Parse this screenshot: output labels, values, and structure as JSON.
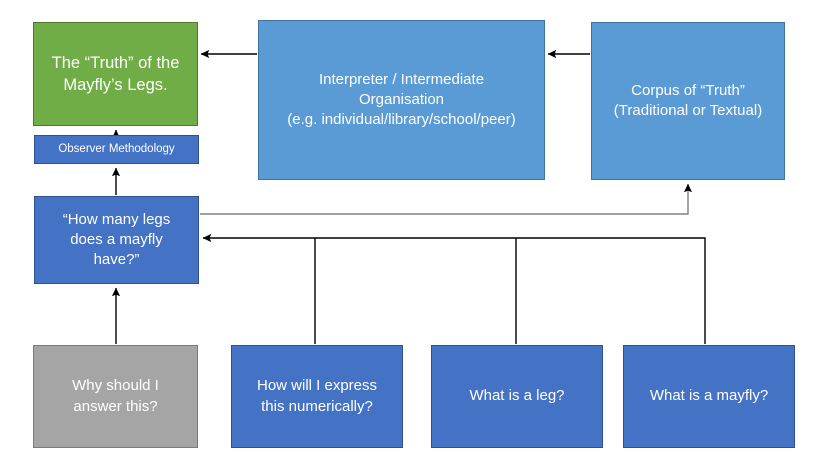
{
  "diagram": {
    "title": "The “Truth” of the Mayfly’s Legs — information flow diagram",
    "colors": {
      "green": "#70AD47",
      "light_blue": "#5B9BD5",
      "dark_blue": "#4472C4",
      "gray": "#A5A5A5",
      "arrow_black": "#000000",
      "arrow_gray": "#808080",
      "background": "#FFFFFF",
      "text": "#FFFFFF"
    },
    "nodes": {
      "truth": {
        "label": "The “Truth” of the\nMayfly’s Legs.",
        "fill": "green"
      },
      "interpreter": {
        "label": "Interpreter / Intermediate\nOrganisation\n(e.g. individual/library/school/peer)",
        "fill": "light_blue"
      },
      "corpus": {
        "label": "Corpus of “Truth”\n(Traditional or Textual)",
        "fill": "light_blue"
      },
      "observer": {
        "label": "Observer Methodology",
        "fill": "dark_blue"
      },
      "question": {
        "label": "“How many legs\ndoes a mayfly\nhave?”",
        "fill": "dark_blue"
      },
      "why": {
        "label": "Why should I\nanswer this?",
        "fill": "gray"
      },
      "numerically": {
        "label": "How will I express\nthis numerically?",
        "fill": "dark_blue"
      },
      "leg": {
        "label": "What is a leg?",
        "fill": "dark_blue"
      },
      "mayfly": {
        "label": "What is a mayfly?",
        "fill": "dark_blue"
      }
    },
    "edges": [
      {
        "name": "interpreter-to-truth",
        "from": "interpreter",
        "to": "truth",
        "style": "black-arrow",
        "direction": "left"
      },
      {
        "name": "corpus-to-interpreter",
        "from": "corpus",
        "to": "interpreter",
        "style": "black-arrow",
        "direction": "left"
      },
      {
        "name": "observer-to-truth",
        "from": "observer",
        "to": "truth",
        "style": "black-arrow",
        "direction": "up"
      },
      {
        "name": "question-to-observer",
        "from": "question",
        "to": "observer",
        "style": "black-arrow",
        "direction": "up"
      },
      {
        "name": "why-to-question",
        "from": "why",
        "to": "question",
        "style": "black-arrow",
        "direction": "up"
      },
      {
        "name": "question-to-corpus",
        "from": "question",
        "to": "corpus",
        "style": "gray-line",
        "direction": "up"
      },
      {
        "name": "numerically-to-question",
        "from": "numerically",
        "to": "question",
        "style": "black-arrow",
        "direction": "left"
      },
      {
        "name": "leg-to-question",
        "from": "leg",
        "to": "question",
        "style": "black-arrow",
        "direction": "left"
      },
      {
        "name": "mayfly-to-question",
        "from": "mayfly",
        "to": "question",
        "style": "black-arrow",
        "direction": "left"
      }
    ]
  }
}
